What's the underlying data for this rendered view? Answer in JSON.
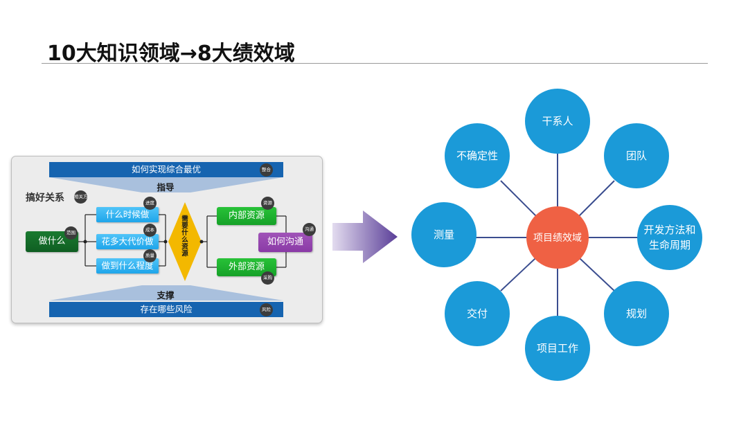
{
  "title": "10大知识领域→8大绩效域",
  "left_panel": {
    "top_band": "如何实现综合最优",
    "top_tag": "整合",
    "funnel_top_label": "指导",
    "relation_label": "搞好关系",
    "relation_tag": "相关方",
    "start_box": "做什么",
    "start_tag": "范围",
    "steps": [
      {
        "label": "什么时候做",
        "tag": "进度"
      },
      {
        "label": "花多大代价做",
        "tag": "成本"
      },
      {
        "label": "做到什么程度",
        "tag": "质量"
      }
    ],
    "diamond_text": "需要什么资源",
    "resources": [
      {
        "label": "内部资源",
        "tag": "资源"
      },
      {
        "label": "外部资源",
        "tag": "采购"
      }
    ],
    "comm_box": "如何沟通",
    "comm_tag": "沟通",
    "funnel_bottom_label": "支撑",
    "bottom_band": "存在哪些风险",
    "bottom_tag": "风险",
    "colors": {
      "band": "#1664b0",
      "step": "#2aabef",
      "resource": "#1fb42f",
      "start": "#136a28",
      "comm": "#9244ad",
      "diamond": "#f3b800"
    }
  },
  "right_diagram": {
    "center": "项目绩效域",
    "nodes": [
      {
        "label": "干系人"
      },
      {
        "label": "团队"
      },
      {
        "label": "开发方法和生命周期"
      },
      {
        "label": "规划"
      },
      {
        "label": "项目工作"
      },
      {
        "label": "交付"
      },
      {
        "label": "测量"
      },
      {
        "label": "不确定性"
      }
    ],
    "colors": {
      "node": "#1b9ad8",
      "center": "#ef6144",
      "spoke": "#3a4d8f"
    }
  }
}
